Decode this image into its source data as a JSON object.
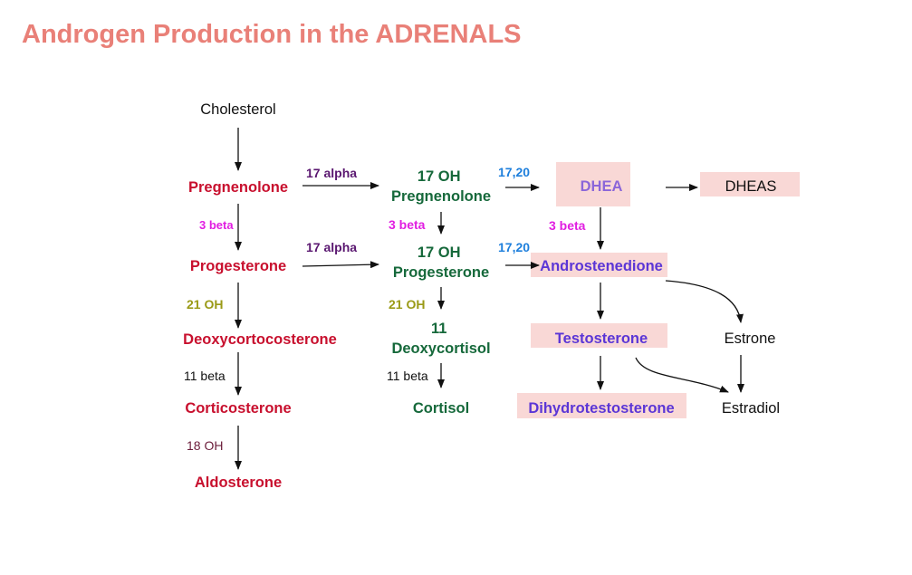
{
  "title": "Androgen Production in the ADRENALS",
  "colors": {
    "title": "#e98078",
    "mineralocorticoid": "#c8102e",
    "glucocorticoid": "#16693b",
    "androgen": "#5b36d6",
    "dhea": "#8b66d9",
    "neutral": "#111111",
    "highlight": "#f9d8d6",
    "enzyme_17alpha": "#5a1770",
    "enzyme_1720": "#1e7fdc",
    "enzyme_3beta": "#e11ee1",
    "enzyme_21oh": "#9a9a16",
    "enzyme_18oh": "#6b1d3a"
  },
  "nodes": {
    "cholesterol": "Cholesterol",
    "pregnenolone": "Pregnenolone",
    "progesterone": "Progesterone",
    "deoxycorticosterone": "Deoxycortocosterone",
    "corticosterone": "Corticosterone",
    "aldosterone": "Aldosterone",
    "oh17_pregnenolone": [
      "17 OH",
      "Pregnenolone"
    ],
    "oh17_progesterone": [
      "17 OH",
      "Progesterone"
    ],
    "deoxycortisol": [
      "11",
      "Deoxycortisol"
    ],
    "cortisol": "Cortisol",
    "dhea": "DHEA",
    "dheas": "DHEAS",
    "androstenedione": "Androstenedione",
    "testosterone": "Testosterone",
    "dihydrotestosterone": "Dihydrotestosterone",
    "estrone": "Estrone",
    "estradiol": "Estradiol"
  },
  "enzymes": {
    "alpha17_top": "17 alpha",
    "alpha17_mid": "17 alpha",
    "lyase1720_top": "17,20",
    "lyase1720_mid": "17,20",
    "beta3_left": "3 beta",
    "beta3_center": "3 beta",
    "beta3_right": "3 beta",
    "oh21_left": "21 OH",
    "oh21_center": "21 OH",
    "beta11_left": "11 beta",
    "beta11_center": "11 beta",
    "oh18": "18 OH"
  }
}
